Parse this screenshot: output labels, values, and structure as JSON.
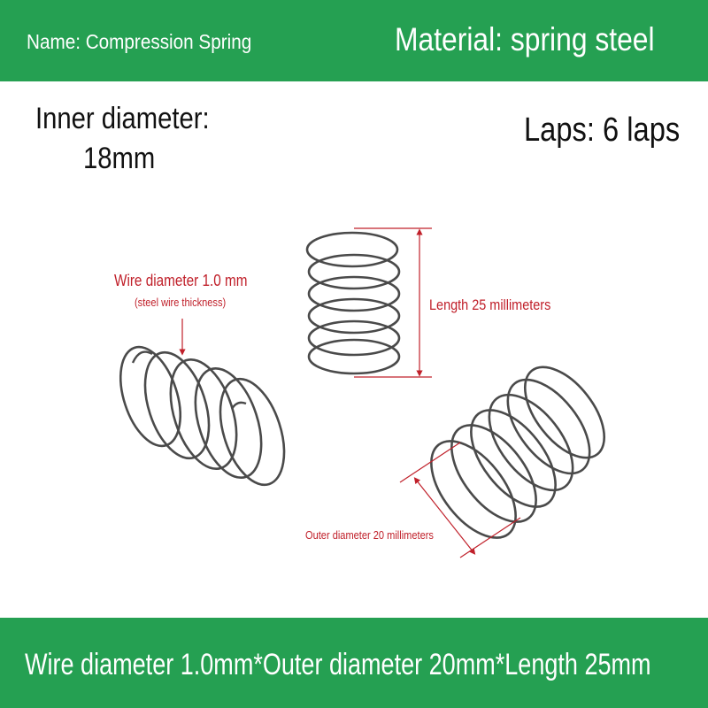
{
  "header": {
    "name": "Name: Compression Spring",
    "material": "Material: spring steel"
  },
  "specs": {
    "inner_diameter_line1": "Inner diameter:",
    "inner_diameter_line2": "18mm",
    "laps": "Laps: 6 laps"
  },
  "annotations": {
    "wire_diameter": "Wire diameter 1.0 mm",
    "wire_note": "(steel wire thickness)",
    "length": "Length 25 millimeters",
    "outer_diameter": "Outer diameter 20 millimeters"
  },
  "footer": {
    "summary": "Wire diameter 1.0mm*Outer diameter 20mm*Length 25mm"
  },
  "colors": {
    "brand_green": "#25a052",
    "annotation_red": "#c0202a",
    "spring_steel": "#4a4a4a"
  }
}
